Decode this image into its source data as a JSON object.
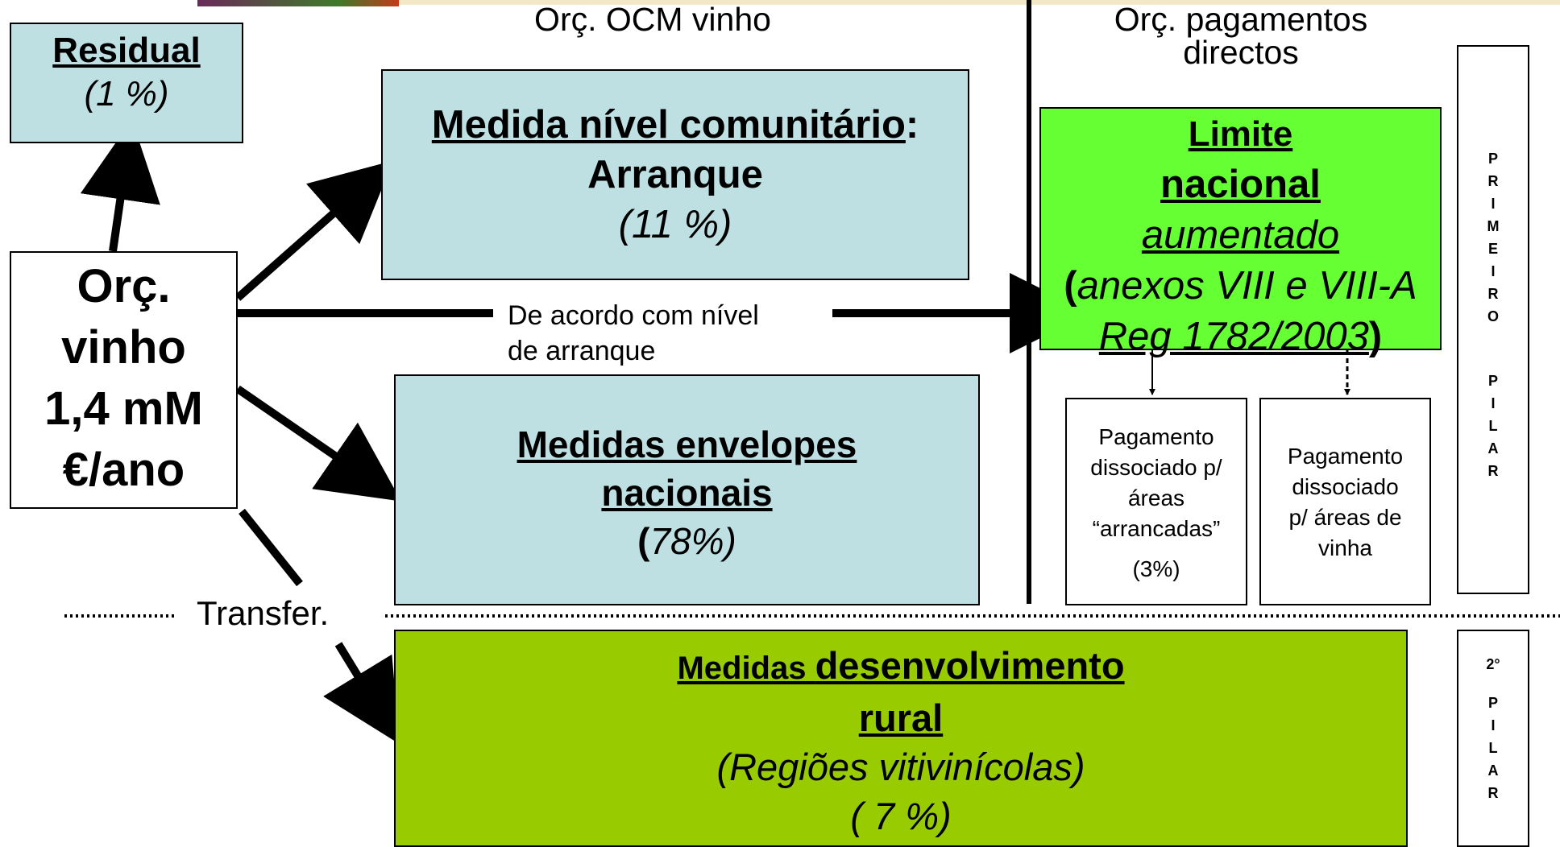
{
  "headers": {
    "ocm": "Orç. OCM vinho",
    "pagamentos_line1": "Orç. pagamentos",
    "pagamentos_line2": "directos"
  },
  "residual": {
    "title": "Residual",
    "pct": "(1 %)"
  },
  "orc_vinho": {
    "line1": "Orç.",
    "line2": "vinho",
    "line3": "1,4 mM",
    "line4": "€/ano"
  },
  "medida_comunitario": {
    "title": "Medida nível comunitário",
    "colon": ":",
    "subtitle": "Arranque",
    "pct": "(11 %)"
  },
  "medidas_envelopes": {
    "title_line1": "Medidas envelopes",
    "title_line2": "nacionais",
    "pct_open": "(",
    "pct_rest": "78%)"
  },
  "arranque_label": {
    "line1": "De acordo com nível",
    "line2": "de arranque"
  },
  "limite": {
    "line1": "Limite",
    "line2": "nacional",
    "line3": "aumentado",
    "line4_open": "(",
    "line4": "anexos VIII e VIII-A",
    "line5": "Reg 1782/2003",
    "line5_close": ")"
  },
  "pagamento_arrancadas": {
    "line1": "Pagamento",
    "line2": "dissociado p/",
    "line3": "áreas",
    "line4": "“arrancadas”",
    "pct": "(3%)"
  },
  "pagamento_vinha": {
    "line1": "Pagamento",
    "line2": "dissociado",
    "line3": "p/ áreas de",
    "line4": "vinha"
  },
  "primeiro_pilar": [
    "P",
    "R",
    "I",
    "M",
    "E",
    "I",
    "R",
    "O",
    "",
    "P",
    "I",
    "L",
    "A",
    "R"
  ],
  "segundo_pilar": [
    "2°",
    "",
    "P",
    "I",
    "L",
    "A",
    "R"
  ],
  "transfer": "Transfer.",
  "desenvolvimento": {
    "title_a": "Medidas ",
    "title_b": "desenvolvimento",
    "title_line2": "rural",
    "subtitle": "(Regiões vitivinícolas)",
    "pct": "( 7 %)"
  },
  "colors": {
    "light_blue": "#bfe0e3",
    "bright_green": "#66ff33",
    "olive_green": "#99cc00"
  }
}
